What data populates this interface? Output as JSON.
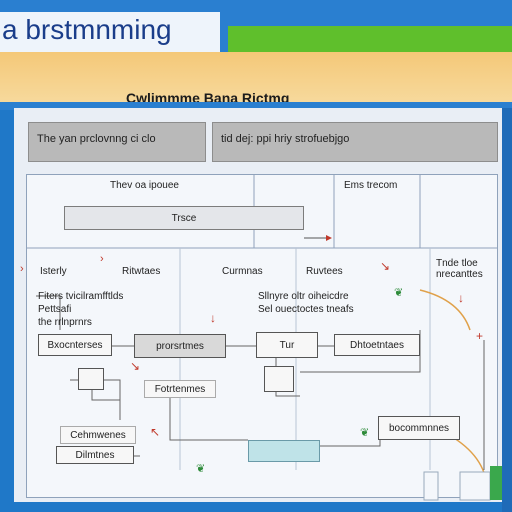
{
  "banner": {
    "title": "a brstmnming"
  },
  "subtitle": "Cwlimmme  Bana Rictmg",
  "header_boxes": [
    "The yan prclovnng ci clo",
    "tid dej: ppi hriy strofuebjgo"
  ],
  "top_row": {
    "left_label": "Thev oa ipouee",
    "inner_box": "Trsce",
    "right_label": "Ems trecom"
  },
  "columns": [
    "Isterly",
    "Ritwtaes",
    "Curmnas",
    "Ruvtees",
    "Tnde tloe\nnrecanttes"
  ],
  "notes": {
    "left": "Fiters tvicilramfftlds\nPettsafi\nthe rrlnprnrs",
    "mid": "Sllnyre oltr oiheicdre\nSel ouectoctes tneafs"
  },
  "boxes": {
    "b1": "Bxocnterses",
    "b2": "prorsrtmes",
    "b3": "Fotrtenmes",
    "b4": "Tur",
    "b5": "Dhtoetntaes",
    "b6": "bocommnnes",
    "b7": "Cehmwenes",
    "b8": "Dilmtnes"
  }
}
